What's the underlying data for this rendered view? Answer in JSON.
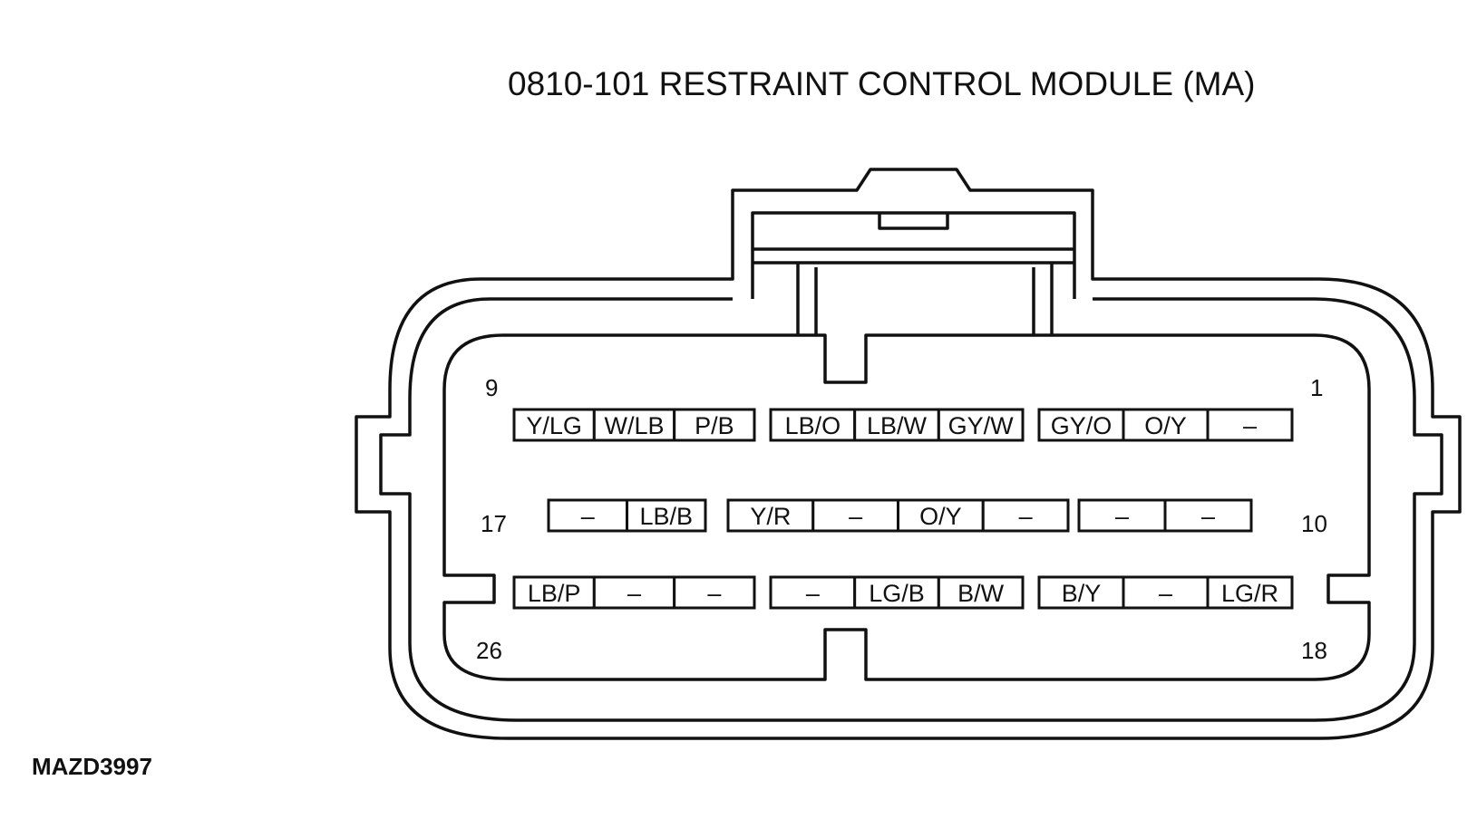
{
  "title": "0810-101  RESTRAINT CONTROL MODULE (MA)",
  "reference_code": "MAZD3997",
  "pin_labels": {
    "top_left": "9",
    "top_right": "1",
    "middle_left": "17",
    "middle_right": "10",
    "bottom_left": "26",
    "bottom_right": "18"
  },
  "rows": [
    {
      "name": "row-top",
      "groups": [
        [
          "Y/LG",
          "W/LB",
          "P/B"
        ],
        [
          "LB/O",
          "LB/W",
          "GY/W"
        ],
        [
          "GY/O",
          "O/Y",
          "–"
        ]
      ]
    },
    {
      "name": "row-middle",
      "groups": [
        [
          "–",
          "LB/B"
        ],
        [
          "Y/R",
          "–",
          "O/Y",
          "–"
        ],
        [
          "–",
          "–"
        ]
      ]
    },
    {
      "name": "row-bottom",
      "groups": [
        [
          "LB/P",
          "–",
          "–"
        ],
        [
          "–",
          "LG/B",
          "B/W"
        ],
        [
          "B/Y",
          "–",
          "LG/R"
        ]
      ]
    }
  ]
}
